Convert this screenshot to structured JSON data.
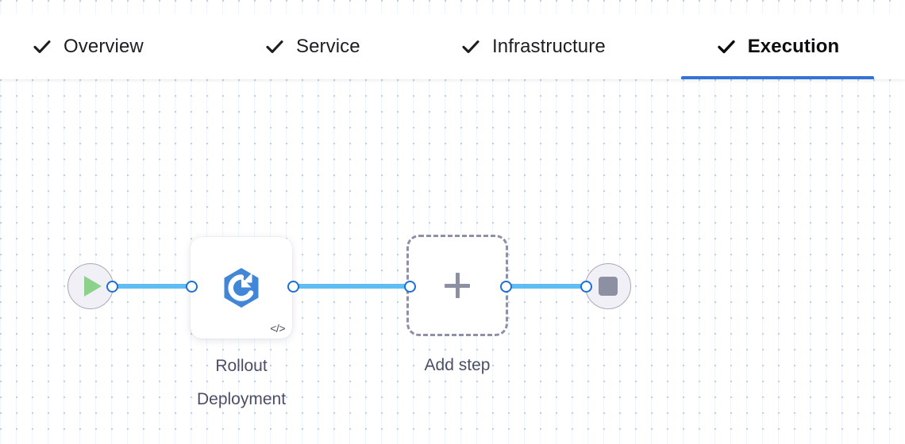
{
  "tabs": [
    {
      "label": "Overview",
      "icon": "check-icon",
      "complete": true,
      "active": false
    },
    {
      "label": "Service",
      "icon": "check-icon",
      "complete": true,
      "active": false
    },
    {
      "label": "Infrastructure",
      "icon": "check-icon",
      "complete": true,
      "active": false
    },
    {
      "label": "Execution",
      "icon": "check-icon",
      "complete": true,
      "active": true
    }
  ],
  "graph": {
    "start_node": {
      "icon": "play-icon",
      "title": "Start"
    },
    "end_node": {
      "icon": "stop-icon",
      "title": "End"
    },
    "step_node": {
      "label": "Rollout\nDeployment",
      "icon": "rollout-deployment-icon",
      "badge": "</>"
    },
    "add_node": {
      "label": "Add step",
      "icon": "plus-icon"
    }
  },
  "colors": {
    "accent": "#3573d4",
    "link": "#60bdf4",
    "port_border": "#1c6fd6",
    "step_icon": "#4287d7",
    "play": "#8cd18c",
    "stop": "#8d8fa3",
    "dashed_border": "#8e90a8",
    "label_text": "#4b4f66",
    "canvas_dot": "#c7ced8"
  }
}
